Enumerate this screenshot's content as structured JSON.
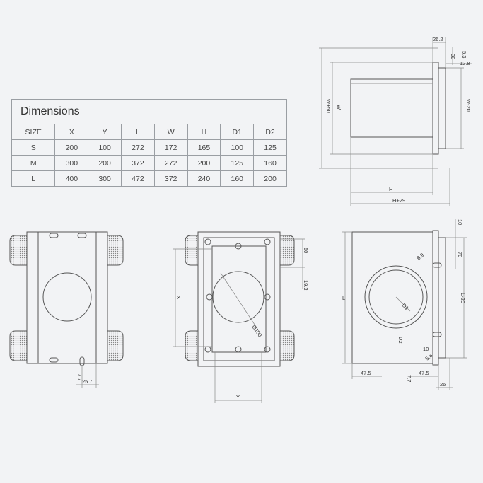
{
  "table": {
    "title": "Dimensions",
    "headers": [
      "SIZE",
      "X",
      "Y",
      "L",
      "W",
      "H",
      "D1",
      "D2"
    ],
    "rows": [
      [
        "S",
        "200",
        "100",
        "272",
        "172",
        "165",
        "100",
        "125"
      ],
      [
        "M",
        "300",
        "200",
        "372",
        "272",
        "200",
        "125",
        "160"
      ],
      [
        "L",
        "400",
        "300",
        "472",
        "372",
        "240",
        "160",
        "200"
      ]
    ]
  },
  "side_view": {
    "dim_top_width": "26.2",
    "dim_top_small": "5.3",
    "dim_30": "30",
    "dim_flange": "12.8",
    "label_w_plus": "W+50",
    "label_w": "W",
    "label_w_minus": "W-20",
    "label_h": "H",
    "label_h_plus": "H+29"
  },
  "left_view": {
    "dim_7_7": "7.7",
    "dim_25_7": "25.7"
  },
  "front_view": {
    "dim_50": "50",
    "dim_19_3": "19.3",
    "label_x": "X",
    "label_y": "Y",
    "label_dia": "Ø100"
  },
  "right_view": {
    "label_l": "L",
    "label_l_minus": "L-20",
    "dim_10": "10",
    "dim_70": "70",
    "dim_d2_flange": "D2",
    "label_d1": "D1",
    "label_d2": "D2",
    "dim_47_5_left": "47.5",
    "dim_47_5_right": "47.5",
    "dim_7_7": "7.7",
    "dim_10_bottom": "10",
    "dim_26": "26",
    "dim_slot_a": "6.9",
    "dim_slot_b": "5.8"
  }
}
